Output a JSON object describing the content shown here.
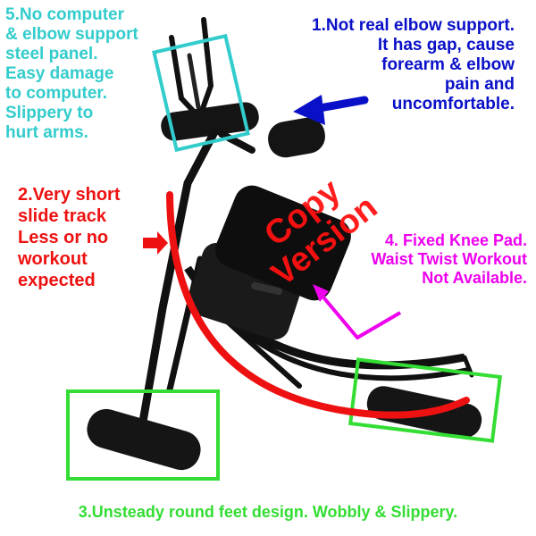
{
  "annotations": {
    "note_1": {
      "lines": [
        "1.Not real elbow support.",
        "It has gap, cause",
        "forearm & elbow",
        "pain and",
        "uncomfortable."
      ],
      "color": "#0a10c8"
    },
    "note_2": {
      "lines": [
        "2.Very short",
        "slide track",
        "Less or no",
        "workout",
        "expected"
      ],
      "color": "#ee1111"
    },
    "note_3": {
      "text": "3.Unsteady round feet design. Wobbly & Slippery.",
      "color": "#33dd33"
    },
    "note_4": {
      "lines": [
        "4. Fixed Knee Pad.",
        "Waist Twist Workout",
        "Not Available."
      ],
      "color": "#ee00ee"
    },
    "note_5": {
      "lines": [
        "5.No computer",
        "& elbow support",
        "steel panel.",
        "Easy damage",
        "to computer.",
        "Slippery to",
        "hurt arms."
      ],
      "color": "#33cccc"
    }
  },
  "watermark": {
    "lines": [
      "Copy",
      "Version"
    ],
    "color": "#ff1111"
  },
  "highlight_colors": {
    "cyan_box": "#33cccc",
    "green_box": "#33dd33",
    "blue_arrow": "#0a10c8",
    "red_arc": "#ee1111",
    "magenta_arrow": "#ee00ee"
  }
}
